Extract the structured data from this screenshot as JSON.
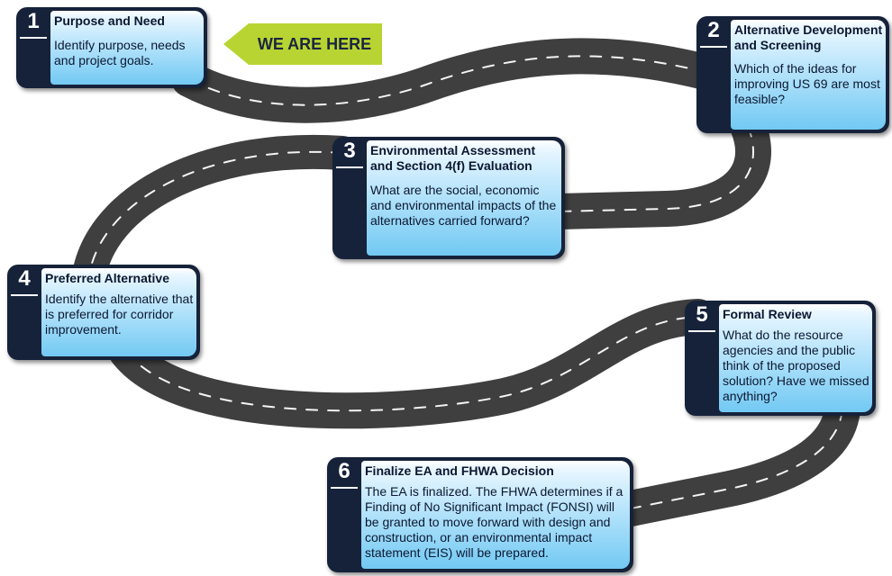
{
  "marker": {
    "label": "WE ARE HERE",
    "color": "#b8d432"
  },
  "colors": {
    "road": "#4a4a4a",
    "card_dark": "#16223a",
    "panel_light": "#b7e4fb"
  },
  "steps": [
    {
      "number": "1",
      "title": "Purpose and Need",
      "body": "Identify purpose, needs and project goals."
    },
    {
      "number": "2",
      "title": "Alternative Development and Screening",
      "body": "Which of the ideas for improving US 69 are most feasible?"
    },
    {
      "number": "3",
      "title": "Environmental Assessment and Section 4(f) Evaluation",
      "body": "What are the social, economic and environmental impacts of the alternatives carried forward?"
    },
    {
      "number": "4",
      "title": "Preferred Alternative",
      "body": "Identify the alternative that is preferred for corridor improvement."
    },
    {
      "number": "5",
      "title": "Formal Review",
      "body": "What do the resource agencies and the public think of the proposed solution? Have we missed anything?"
    },
    {
      "number": "6",
      "title": "Finalize EA and FHWA Decision",
      "body": "The EA is finalized. The FHWA determines if a Finding of No Significant Impact (FONSI) will be granted to move forward with design and construction, or an environmental impact statement (EIS) will be prepared."
    }
  ]
}
